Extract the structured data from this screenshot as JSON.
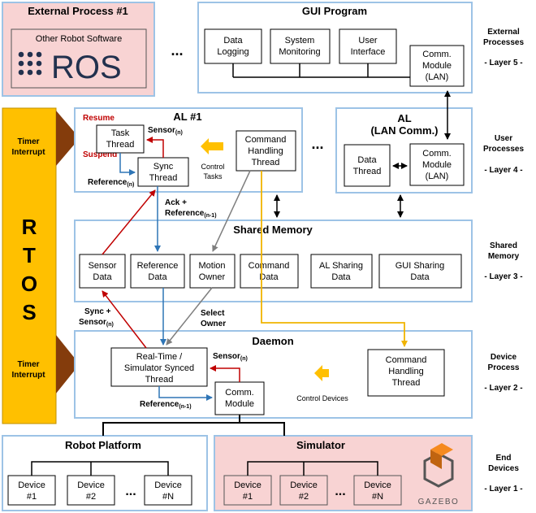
{
  "external_process": {
    "title": "External Process #1",
    "box_label": "Other Robot Software",
    "ros_logo": "ROS"
  },
  "ellipsis": "...",
  "gui_program": {
    "title": "GUI Program",
    "data_logging": [
      "Data",
      "Logging"
    ],
    "system_monitoring": [
      "System",
      "Monitoring"
    ],
    "user_interface": [
      "User",
      "Interface"
    ],
    "comm_module": [
      "Comm.",
      "Module",
      "(LAN)"
    ]
  },
  "rtos": {
    "letters": [
      "R",
      "T",
      "O",
      "S"
    ],
    "timer_interrupt": [
      "Timer",
      "Interrupt"
    ]
  },
  "al1": {
    "title": "AL #1",
    "resume": "Resume",
    "suspend": "Suspend",
    "task_thread": [
      "Task",
      "Thread"
    ],
    "sync_thread": [
      "Sync",
      "Thread"
    ],
    "sensor": "Sensor",
    "sensor_sub": "(n)",
    "reference": "Reference",
    "reference_sub": "(n)",
    "control_tasks": [
      "Control",
      "Tasks"
    ],
    "command_handling": [
      "Command",
      "Handling",
      "Thread"
    ]
  },
  "al_lan": {
    "title": [
      "AL",
      "(LAN Comm.)"
    ],
    "data_thread": [
      "Data",
      "Thread"
    ],
    "comm_module": [
      "Comm.",
      "Module",
      "(LAN)"
    ]
  },
  "ack": {
    "line1": "Ack +",
    "line2": "Reference",
    "line2_sub": "(n-1)"
  },
  "shared_memory": {
    "title": "Shared Memory",
    "sensor_data": [
      "Sensor",
      "Data"
    ],
    "reference_data": [
      "Reference",
      "Data"
    ],
    "motion_owner": [
      "Motion",
      "Owner"
    ],
    "command_data": [
      "Command",
      "Data"
    ],
    "al_sharing": [
      "AL Sharing",
      "Data"
    ],
    "gui_sharing": [
      "GUI Sharing",
      "Data"
    ]
  },
  "sync_sensor": {
    "line1": "Sync +",
    "line2": "Sensor",
    "line2_sub": "(n)"
  },
  "select_owner": [
    "Select",
    "Owner"
  ],
  "daemon": {
    "title": "Daemon",
    "rt_thread": [
      "Real-Time /",
      "Simulator Synced",
      "Thread"
    ],
    "sensor": "Sensor",
    "sensor_sub": "(n)",
    "reference": "Reference",
    "reference_sub": "(n-1)",
    "comm_module": [
      "Comm.",
      "Module"
    ],
    "control_devices": "Control Devices",
    "command_handling": [
      "Command",
      "Handling",
      "Thread"
    ]
  },
  "robot_platform": {
    "title": "Robot Platform",
    "device1": [
      "Device",
      "#1"
    ],
    "device2": [
      "Device",
      "#2"
    ],
    "deviceN": [
      "Device",
      "#N"
    ]
  },
  "simulator": {
    "title": "Simulator",
    "device1": [
      "Device",
      "#1"
    ],
    "device2": [
      "Device",
      "#2"
    ],
    "deviceN": [
      "Device",
      "#N"
    ],
    "gazebo_logo": "GAZEBO"
  },
  "layers": {
    "external": [
      "External",
      "Processes",
      "- Layer 5 -"
    ],
    "user": [
      "User",
      "Processes",
      "- Layer 4 -"
    ],
    "shared": [
      "Shared",
      "Memory",
      "- Layer 3 -"
    ],
    "device": [
      "Device",
      "Process",
      "- Layer 2 -"
    ],
    "end": [
      "End",
      "Devices",
      "- Layer 1 -"
    ]
  },
  "colors": {
    "red": "#c00000",
    "blue": "#2e75b6",
    "gray": "#7f7f7f",
    "yellow": "#f0b400",
    "rtos_orange": "#ffc000",
    "brown": "#843c0c",
    "pink": "#f8d3d3",
    "panel_border": "#9dc3e6",
    "ros_blue": "#22314e",
    "gazebo_orange": "#f58a1f"
  }
}
